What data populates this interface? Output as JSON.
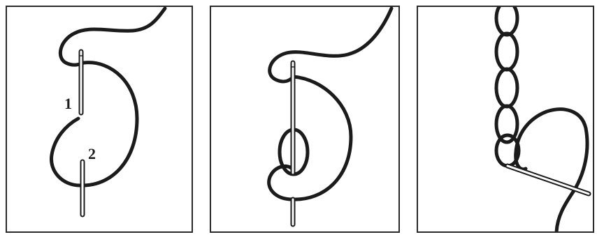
{
  "panels": [
    {
      "name": "step-1",
      "labels": [
        {
          "name": "point-1-label",
          "text": "1"
        },
        {
          "name": "point-2-label",
          "text": "2"
        }
      ]
    },
    {
      "name": "step-2",
      "labels": []
    },
    {
      "name": "step-3",
      "labels": []
    }
  ],
  "colors": {
    "thread": "#1b1b1b",
    "needle": "#ffffff",
    "frame": "#2a2a2a",
    "background": "#ffffff"
  },
  "icons": [
    "needle-icon",
    "thread-icon",
    "chain-stitch-icon"
  ]
}
